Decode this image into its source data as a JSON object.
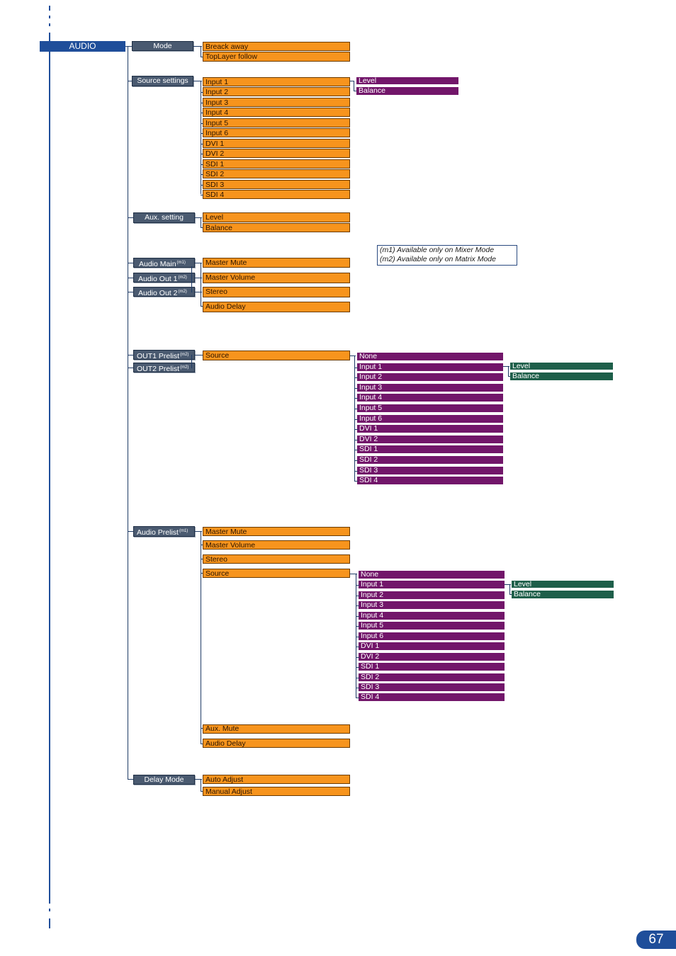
{
  "root": {
    "label": "AUDIO"
  },
  "mode": {
    "label": "Mode",
    "options": [
      "Breack away",
      "TopLayer follow"
    ]
  },
  "source_settings": {
    "label": "Source settings",
    "inputs": [
      "Input 1",
      "Input 2",
      "Input 3",
      "Input 4",
      "Input 5",
      "Input 6",
      "DVI 1",
      "DVI 2",
      "SDI 1",
      "SDI 2",
      "SDI 3",
      "SDI 4"
    ],
    "params": [
      "Level",
      "Balance"
    ]
  },
  "aux_setting": {
    "label": "Aux. setting",
    "params": [
      "Level",
      "Balance"
    ]
  },
  "audio_outputs": {
    "items": [
      {
        "label": "Audio Main",
        "sup": "(m1)"
      },
      {
        "label": "Audio Out 1",
        "sup": "(m2)"
      },
      {
        "label": "Audio Out 2",
        "sup": "(m2)"
      }
    ],
    "params": [
      "Master Mute",
      "Master Volume",
      "Stereo",
      "Audio Delay"
    ]
  },
  "note": {
    "line1": "(m1) Available only on Mixer Mode",
    "line2": "(m2) Available only on Matrix Mode"
  },
  "out_prelist": {
    "items": [
      {
        "label": "OUT1 Prelist",
        "sup": "(m2)"
      },
      {
        "label": "OUT2 Prelist",
        "sup": "(m2)"
      }
    ],
    "source": "Source",
    "sources": [
      "None",
      "Input 1",
      "Input 2",
      "Input 3",
      "Input 4",
      "Input 5",
      "Input 6",
      "DVI 1",
      "DVI 2",
      "SDI 1",
      "SDI 2",
      "SDI 3",
      "SDI 4"
    ],
    "params": [
      "Level",
      "Balance"
    ]
  },
  "audio_prelist": {
    "label": "Audio Prelist",
    "sup": "(m1)",
    "items": [
      "Master Mute",
      "Master Volume",
      "Stereo",
      "Source"
    ],
    "sources": [
      "None",
      "Input 1",
      "Input 2",
      "Input 3",
      "Input 4",
      "Input 5",
      "Input 6",
      "DVI 1",
      "DVI 2",
      "SDI 1",
      "SDI 2",
      "SDI 3",
      "SDI 4"
    ],
    "params": [
      "Level",
      "Balance"
    ],
    "tail": [
      "Aux. Mute",
      "Audio Delay"
    ]
  },
  "delay_mode": {
    "label": "Delay Mode",
    "options": [
      "Auto Adjust",
      "Manual Adjust"
    ]
  },
  "page_number": "67",
  "colors": {
    "root": "#1f4e9a",
    "section": "#4a5a70",
    "option": "#f7941d",
    "source": "#72166a",
    "param": "#1e5f4a"
  }
}
